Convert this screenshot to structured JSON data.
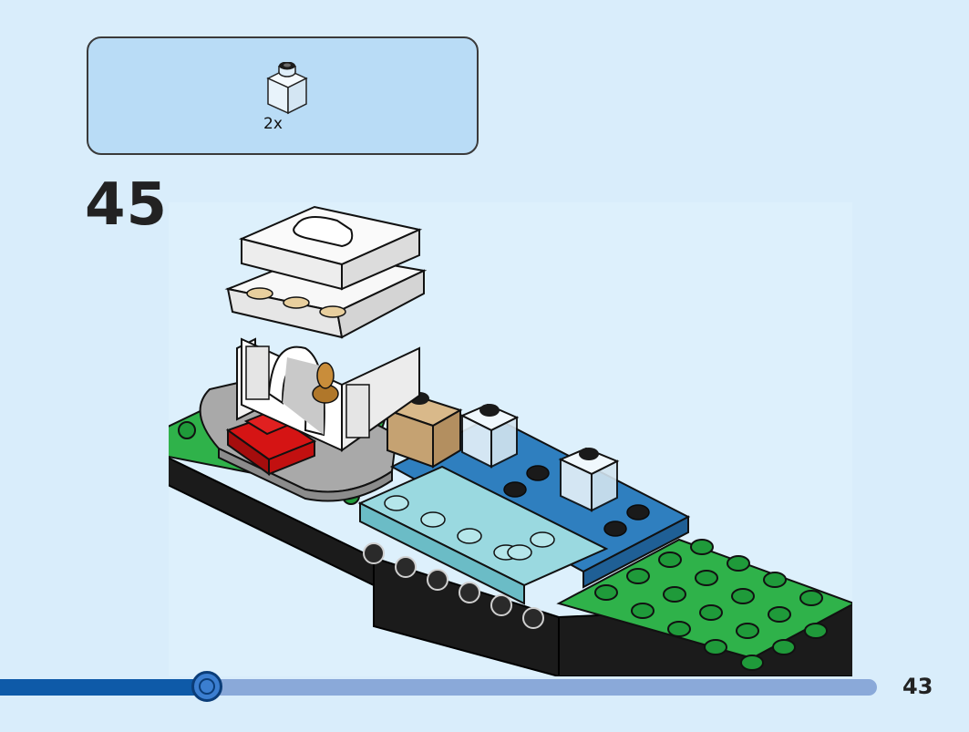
{
  "parts_list": {
    "items": [
      {
        "icon": "transparent-1x1-brick-icon",
        "quantity": "2x"
      }
    ]
  },
  "step": {
    "number": "45"
  },
  "page": {
    "number": "43"
  },
  "progress": {
    "fraction": 0.236
  },
  "colors": {
    "background": "#d9edfb",
    "parts_box": "#b9dcf6",
    "progress_fill": "#0e5aa8",
    "progress_track": "#8aa9d9"
  }
}
